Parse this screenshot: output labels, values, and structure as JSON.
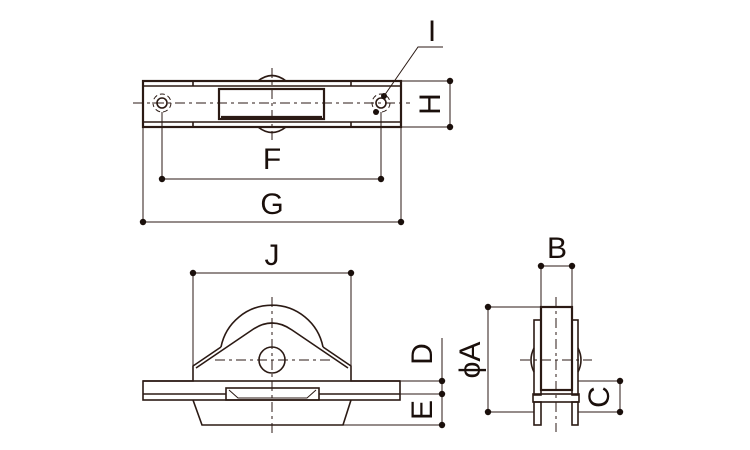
{
  "labels": {
    "I": "I",
    "H": "H",
    "F": "F",
    "G": "G",
    "J": "J",
    "D": "D",
    "E": "E",
    "A": "ϕA",
    "B": "B",
    "C": "C"
  },
  "colors": {
    "line": "#2b1a14"
  }
}
